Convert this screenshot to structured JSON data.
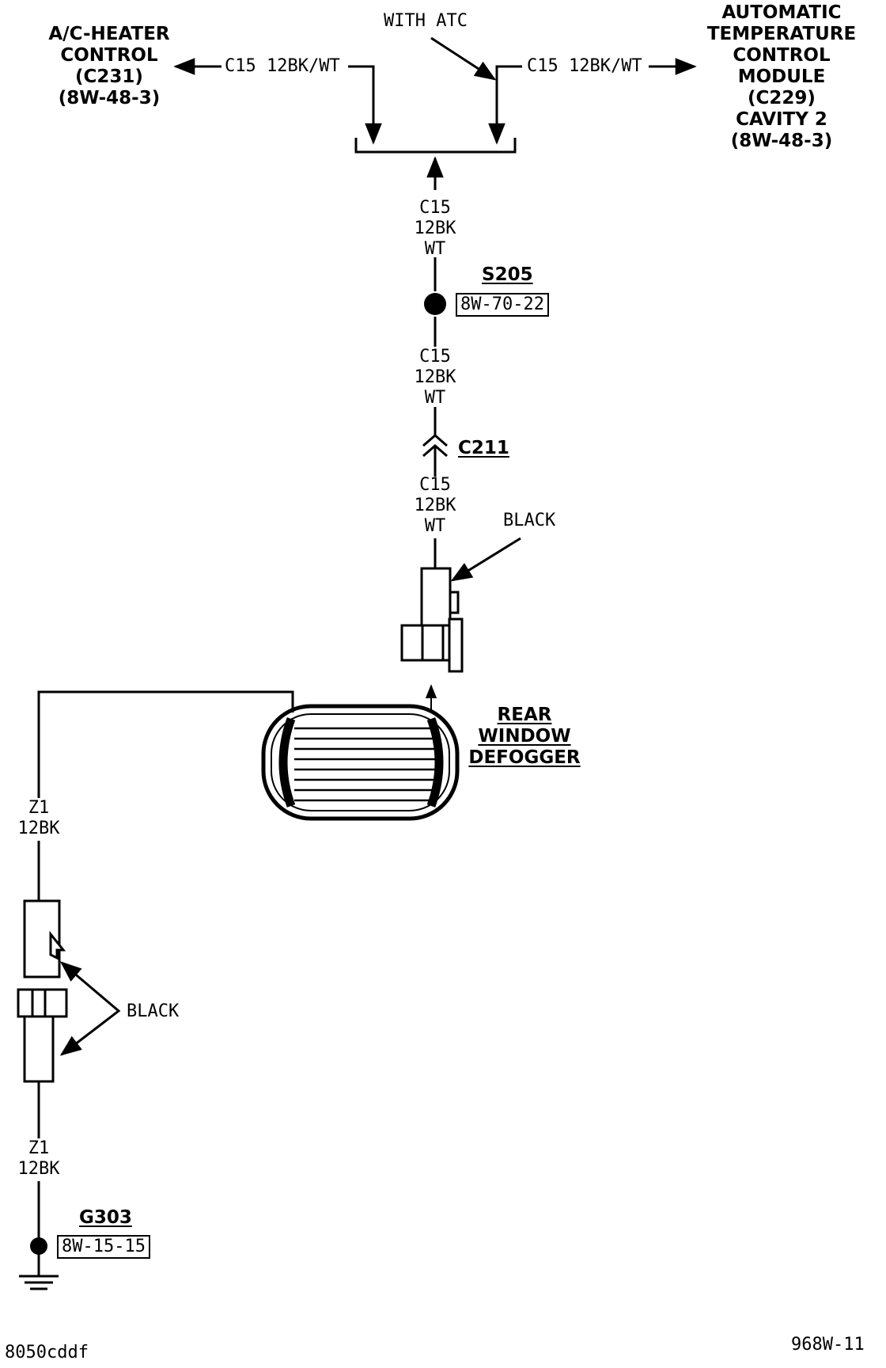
{
  "title_note": "WITH ATC",
  "ac_heater": {
    "lines": [
      "A/C-HEATER",
      "CONTROL",
      "(C231)",
      "(8W-48-3)"
    ],
    "wire": "C15 12BK/WT"
  },
  "atc_module": {
    "lines": [
      "AUTOMATIC",
      "TEMPERATURE",
      "CONTROL",
      "MODULE",
      "(C229)",
      "CAVITY 2",
      "(8W-48-3)"
    ],
    "wire": "C15 12BK/WT"
  },
  "wire_c15": [
    "C15",
    "12BK",
    "WT"
  ],
  "splice": {
    "id": "S205",
    "ref": "8W-70-22"
  },
  "connector_c211": "C211",
  "black_label_1": "BLACK",
  "defogger_lines": [
    "REAR",
    "WINDOW",
    "DEFOGGER"
  ],
  "wire_z1": [
    "Z1",
    "12BK"
  ],
  "black_label_2": "BLACK",
  "ground": {
    "id": "G303",
    "ref": "8W-15-15"
  },
  "footer": {
    "left": "8050cddf",
    "right": "968W-11"
  }
}
